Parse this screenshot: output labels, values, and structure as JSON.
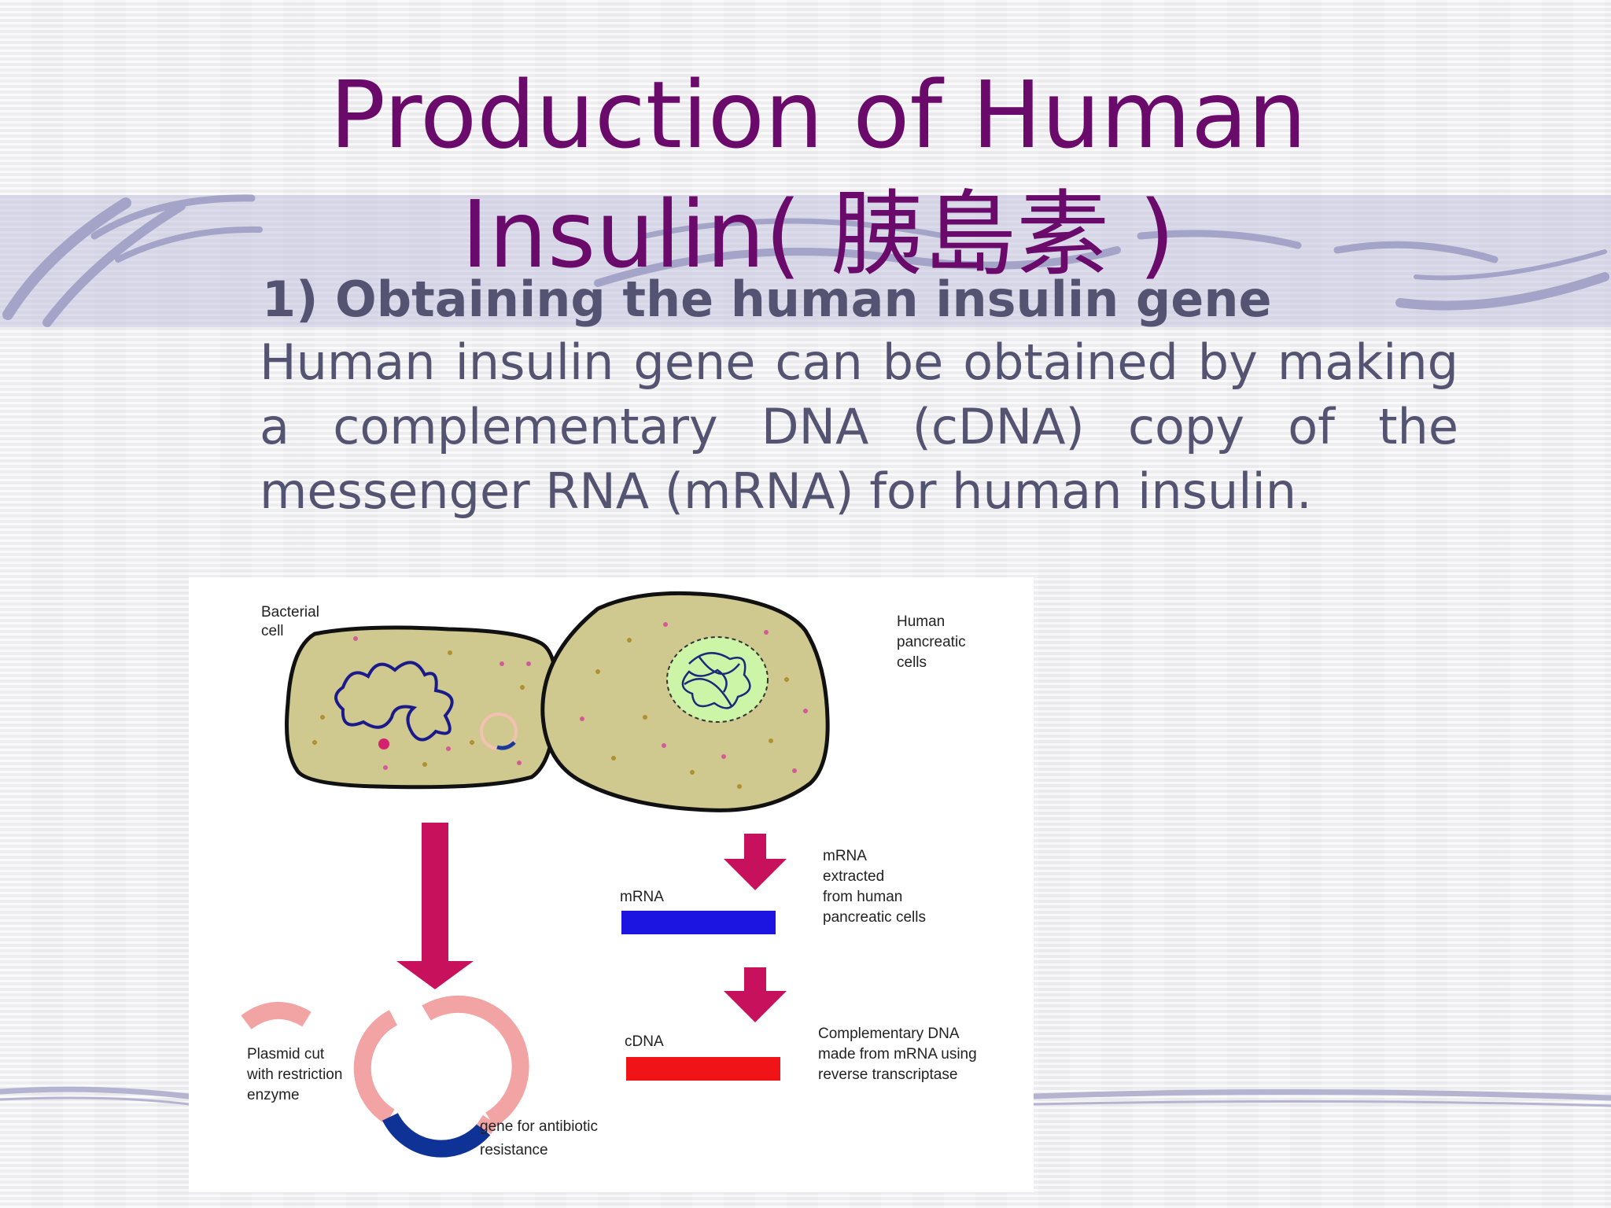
{
  "slide": {
    "title_line1": "Production of Human",
    "title_line2": "Insulin( 胰島素 )",
    "subheading": "1) Obtaining the human insulin gene",
    "body": "Human insulin gene can be obtained by making a complementary DNA (cDNA) copy of the messenger RNA (mRNA) for human insulin."
  },
  "figure": {
    "bacterial_cell": [
      "Bacterial",
      "cell"
    ],
    "human_cells": [
      "Human",
      "pancreatic",
      "cells"
    ],
    "mrna_label": "mRNA",
    "mrna_note": [
      "mRNA",
      "extracted",
      "from human",
      "pancreatic cells"
    ],
    "cdna_label": "cDNA",
    "cdna_note": [
      "Complementary DNA",
      "made from mRNA using",
      "reverse transcriptase"
    ],
    "plasmid_note": [
      "Plasmid cut",
      "with restriction",
      "enzyme"
    ],
    "gene_note": [
      "gene for antibiotic",
      "resistance"
    ]
  },
  "colors": {
    "title": "#6a0a6a",
    "text": "#545472",
    "cell_fill": "#cfc98f",
    "nucleus_fill": "#ccf5a8",
    "arrow": "#c8115c",
    "mrna_bar": "#1c14e0",
    "cdna_bar": "#f01418",
    "plasmid": "#f2a4a4",
    "gene": "#0f3296"
  }
}
